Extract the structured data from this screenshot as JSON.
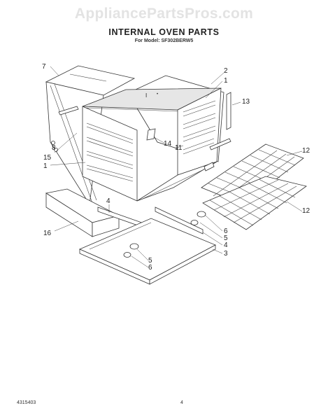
{
  "header": {
    "watermark": "AppliancePartsPros.com",
    "title": "INTERNAL OVEN PARTS",
    "model": "For Model: SF302BERW5"
  },
  "footer": {
    "doc_number": "4315403",
    "page_number": "4"
  },
  "callouts": [
    {
      "id": "c7",
      "text": "7"
    },
    {
      "id": "c2",
      "text": "2"
    },
    {
      "id": "c1a",
      "text": "1"
    },
    {
      "id": "c13",
      "text": "13"
    },
    {
      "id": "c8",
      "text": "8"
    },
    {
      "id": "c15",
      "text": "15"
    },
    {
      "id": "c1b",
      "text": "1"
    },
    {
      "id": "c14",
      "text": "14"
    },
    {
      "id": "c11",
      "text": "11"
    },
    {
      "id": "c12a",
      "text": "12"
    },
    {
      "id": "c12b",
      "text": "12"
    },
    {
      "id": "c4a",
      "text": "4"
    },
    {
      "id": "c16",
      "text": "16"
    },
    {
      "id": "c6a",
      "text": "6"
    },
    {
      "id": "c5a",
      "text": "5"
    },
    {
      "id": "c4b",
      "text": "4"
    },
    {
      "id": "c3",
      "text": "3"
    },
    {
      "id": "c5b",
      "text": "5"
    },
    {
      "id": "c6b",
      "text": "6"
    }
  ]
}
